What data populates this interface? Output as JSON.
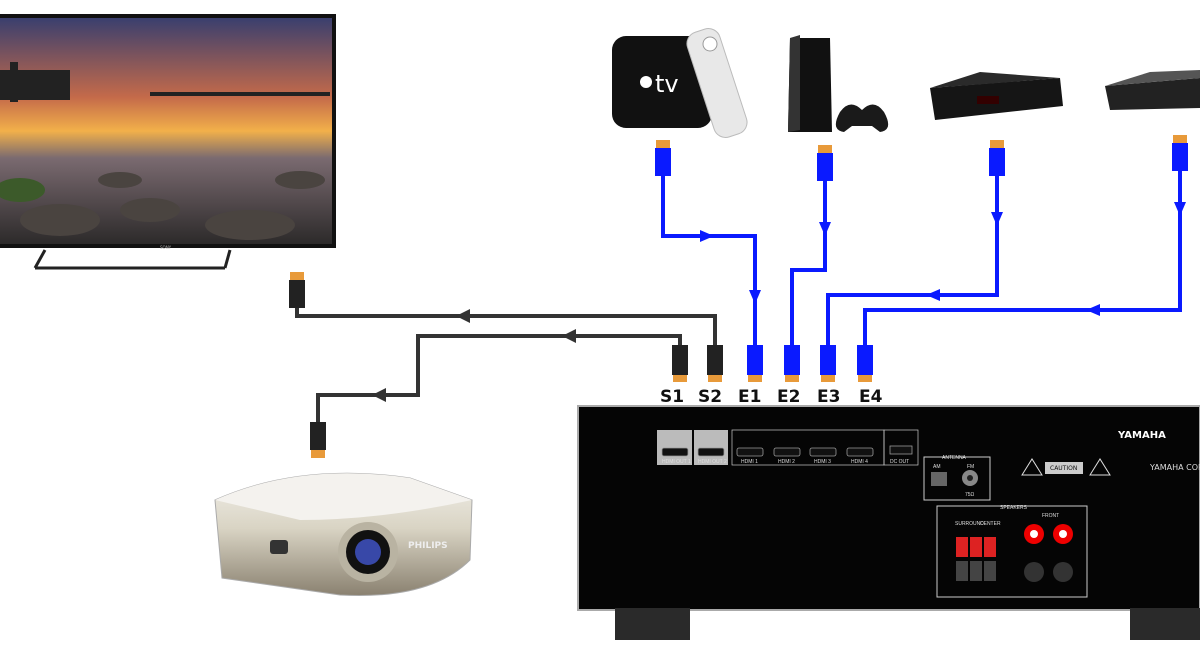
{
  "devices": {
    "tv": {
      "brand": "SONY"
    },
    "apple_tv": {
      "logo_text": "tv"
    },
    "projector": {
      "brand": "PHILIPS"
    }
  },
  "port_labels": [
    "S1",
    "S2",
    "E1",
    "E2",
    "E3",
    "E4"
  ],
  "receiver": {
    "brand": "YAMAHA",
    "corp": "YAMAHA CORP",
    "hdmi_ports": [
      "HDMI OUT 1",
      "HDMI OUT 2",
      "HDMI 1",
      "HDMI 2",
      "HDMI 3",
      "HDMI 4"
    ],
    "dc_out": "DC OUT",
    "antenna": {
      "title": "ANTENNA",
      "am": "AM",
      "fm": "FM",
      "ohm": "75Ω"
    },
    "caution": "CAUTION",
    "speakers": {
      "title": "SPEAKERS",
      "surround": "SURROUND",
      "center": "CENTER",
      "front": "FRONT"
    }
  },
  "colors": {
    "input_cable": "#0a1aff",
    "output_cable": "#333333",
    "receiver": "#050505"
  }
}
